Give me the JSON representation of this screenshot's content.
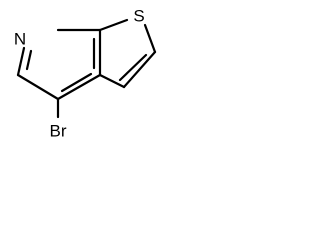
{
  "structure": {
    "atoms": {
      "nitrogen": "N",
      "sulfur": "S",
      "bromine": "Br"
    },
    "colors": {
      "bond": "#000000",
      "label": "#000000",
      "background": "#ffffff"
    }
  }
}
